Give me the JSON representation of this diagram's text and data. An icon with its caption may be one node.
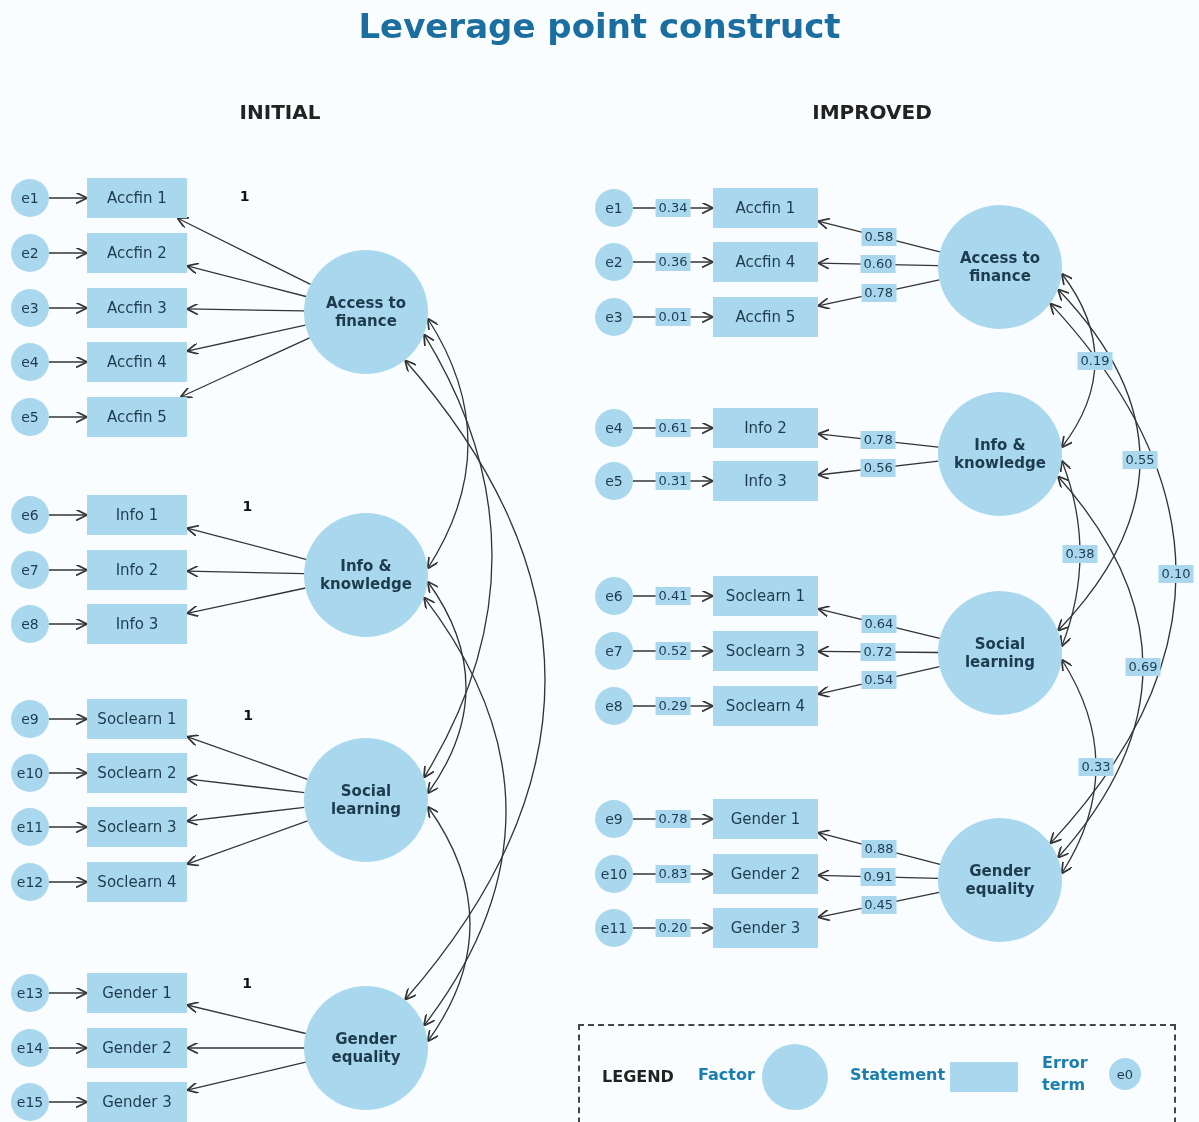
{
  "diagram": {
    "title": "Leverage point construct",
    "nodes": [
      {
        "text": [
          "e1"
        ]
      },
      {
        "text": [
          "e2"
        ]
      },
      {
        "text": [
          "e3"
        ]
      },
      {
        "text": [
          "e4"
        ]
      },
      {
        "text": [
          "e5"
        ]
      },
      {
        "text": [
          "e6"
        ]
      },
      {
        "text": [
          "e7"
        ]
      },
      {
        "text": [
          "e8"
        ]
      },
      {
        "text": [
          "e9"
        ]
      },
      {
        "text": [
          "e10"
        ]
      },
      {
        "text": [
          "e11"
        ]
      },
      {
        "text": [
          "e12"
        ]
      },
      {
        "text": [
          "e13"
        ]
      },
      {
        "text": [
          "e14"
        ]
      },
      {
        "text": [
          "e15"
        ]
      },
      {
        "text": [
          "Accfin 1"
        ]
      },
      {
        "text": [
          "Accfin 2"
        ]
      },
      {
        "text": [
          "Accfin 3"
        ]
      },
      {
        "text": [
          "Accfin 4"
        ]
      },
      {
        "text": [
          "Accfin 5"
        ]
      },
      {
        "text": [
          "Info 1"
        ]
      },
      {
        "text": [
          "Info 2"
        ]
      },
      {
        "text": [
          "Info 3"
        ]
      },
      {
        "text": [
          "Soclearn 1"
        ]
      },
      {
        "text": [
          "Soclearn 2"
        ]
      },
      {
        "text": [
          "Soclearn 3"
        ]
      },
      {
        "text": [
          "Soclearn 4"
        ]
      },
      {
        "text": [
          "Gender 1"
        ]
      },
      {
        "text": [
          "Gender 2"
        ]
      },
      {
        "text": [
          "Gender 3"
        ]
      },
      {
        "text": [
          "Access to finance"
        ]
      },
      {
        "text": [
          "Info & knowledge"
        ]
      },
      {
        "text": [
          "Social learning"
        ]
      },
      {
        "text": [
          "Gender equality"
        ]
      },
      {
        "text": [
          "e1"
        ]
      },
      {
        "text": [
          "e2"
        ]
      },
      {
        "text": [
          "e3"
        ]
      },
      {
        "text": [
          "e4"
        ]
      },
      {
        "text": [
          "e5"
        ]
      },
      {
        "text": [
          "e6"
        ]
      },
      {
        "text": [
          "e7"
        ]
      },
      {
        "text": [
          "e8"
        ]
      },
      {
        "text": [
          "e9"
        ]
      },
      {
        "text": [
          "e10"
        ]
      },
      {
        "text": [
          "e11"
        ]
      },
      {
        "text": [
          "Accfin 1"
        ]
      },
      {
        "text": [
          "Accfin 4"
        ]
      },
      {
        "text": [
          "Accfin 5"
        ]
      },
      {
        "text": [
          "Info 2"
        ]
      },
      {
        "text": [
          "Info 3"
        ]
      },
      {
        "text": [
          "Soclearn 1"
        ]
      },
      {
        "text": [
          "Soclearn 3"
        ]
      },
      {
        "text": [
          "Soclearn 4"
        ]
      },
      {
        "text": [
          "Gender 1"
        ]
      },
      {
        "text": [
          "Gender 2"
        ]
      },
      {
        "text": [
          "Gender 3"
        ]
      },
      {
        "text": [
          "Access to finance"
        ]
      },
      {
        "text": [
          "Info & knowledge"
        ]
      },
      {
        "text": [
          "Social learning"
        ]
      },
      {
        "text": [
          "Gender equality"
        ]
      }
    ],
    "edges": [
      {
        "from": 0,
        "to": 15,
        "arrow": "to"
      },
      {
        "from": 1,
        "to": 16,
        "arrow": "to"
      },
      {
        "from": 2,
        "to": 17,
        "arrow": "to"
      },
      {
        "from": 3,
        "to": 18,
        "arrow": "to"
      },
      {
        "from": 4,
        "to": 19,
        "arrow": "to"
      },
      {
        "from": 5,
        "to": 20,
        "arrow": "to"
      },
      {
        "from": 6,
        "to": 21,
        "arrow": "to"
      },
      {
        "from": 7,
        "to": 22,
        "arrow": "to"
      },
      {
        "from": 8,
        "to": 23,
        "arrow": "to"
      },
      {
        "from": 9,
        "to": 24,
        "arrow": "to"
      },
      {
        "from": 10,
        "to": 25,
        "arrow": "to"
      },
      {
        "from": 11,
        "to": 26,
        "arrow": "to"
      },
      {
        "from": 12,
        "to": 27,
        "arrow": "to"
      },
      {
        "from": 13,
        "to": 28,
        "arrow": "to"
      },
      {
        "from": 14,
        "to": 29,
        "arrow": "to"
      },
      {
        "from": 30,
        "to": 15,
        "arrow": "to",
        "label": "1"
      },
      {
        "from": 30,
        "to": 16,
        "arrow": "to"
      },
      {
        "from": 30,
        "to": 17,
        "arrow": "to"
      },
      {
        "from": 30,
        "to": 18,
        "arrow": "to"
      },
      {
        "from": 30,
        "to": 19,
        "arrow": "to"
      },
      {
        "from": 31,
        "to": 20,
        "arrow": "to",
        "label": "1"
      },
      {
        "from": 31,
        "to": 21,
        "arrow": "to"
      },
      {
        "from": 31,
        "to": 22,
        "arrow": "to"
      },
      {
        "from": 32,
        "to": 23,
        "arrow": "to",
        "label": "1"
      },
      {
        "from": 32,
        "to": 24,
        "arrow": "to"
      },
      {
        "from": 32,
        "to": 25,
        "arrow": "to"
      },
      {
        "from": 32,
        "to": 26,
        "arrow": "to"
      },
      {
        "from": 33,
        "to": 27,
        "arrow": "to",
        "label": "1"
      },
      {
        "from": 33,
        "to": 28,
        "arrow": "to"
      },
      {
        "from": 33,
        "to": 29,
        "arrow": "to"
      },
      {
        "from": 30,
        "to": 31,
        "arrow": "both"
      },
      {
        "from": 30,
        "to": 32,
        "arrow": "both"
      },
      {
        "from": 30,
        "to": 33,
        "arrow": "both"
      },
      {
        "from": 31,
        "to": 32,
        "arrow": "both"
      },
      {
        "from": 31,
        "to": 33,
        "arrow": "both"
      },
      {
        "from": 32,
        "to": 33,
        "arrow": "both"
      },
      {
        "from": 34,
        "to": 45,
        "arrow": "to",
        "label": "0.34"
      },
      {
        "from": 35,
        "to": 46,
        "arrow": "to",
        "label": "0.36"
      },
      {
        "from": 36,
        "to": 47,
        "arrow": "to",
        "label": "0.01"
      },
      {
        "from": 37,
        "to": 48,
        "arrow": "to",
        "label": "0.61"
      },
      {
        "from": 38,
        "to": 49,
        "arrow": "to",
        "label": "0.31"
      },
      {
        "from": 39,
        "to": 50,
        "arrow": "to",
        "label": "0.41"
      },
      {
        "from": 40,
        "to": 51,
        "arrow": "to",
        "label": "0.52"
      },
      {
        "from": 41,
        "to": 52,
        "arrow": "to",
        "label": "0.29"
      },
      {
        "from": 42,
        "to": 53,
        "arrow": "to",
        "label": "0.78"
      },
      {
        "from": 43,
        "to": 54,
        "arrow": "to",
        "label": "0.83"
      },
      {
        "from": 44,
        "to": 55,
        "arrow": "to",
        "label": "0.20"
      },
      {
        "from": 56,
        "to": 45,
        "arrow": "to",
        "label": "0.58"
      },
      {
        "from": 56,
        "to": 46,
        "arrow": "to",
        "label": "0.60"
      },
      {
        "from": 56,
        "to": 47,
        "arrow": "to",
        "label": "0.78"
      },
      {
        "from": 57,
        "to": 48,
        "arrow": "to",
        "label": "0.78"
      },
      {
        "from": 57,
        "to": 49,
        "arrow": "to",
        "label": "0.56"
      },
      {
        "from": 58,
        "to": 50,
        "arrow": "to",
        "label": "0.64"
      },
      {
        "from": 58,
        "to": 51,
        "arrow": "to",
        "label": "0.72"
      },
      {
        "from": 58,
        "to": 52,
        "arrow": "to",
        "label": "0.54"
      },
      {
        "from": 59,
        "to": 53,
        "arrow": "to",
        "label": "0.88"
      },
      {
        "from": 59,
        "to": 54,
        "arrow": "to",
        "label": "0.91"
      },
      {
        "from": 59,
        "to": 55,
        "arrow": "to",
        "label": "0.45"
      },
      {
        "from": 56,
        "to": 57,
        "arrow": "both",
        "label": "0.19"
      },
      {
        "from": 56,
        "to": 58,
        "arrow": "both",
        "label": "0.55"
      },
      {
        "from": 56,
        "to": 59,
        "arrow": "both",
        "label": "0.10"
      },
      {
        "from": 57,
        "to": 58,
        "arrow": "both",
        "label": "0.38"
      },
      {
        "from": 57,
        "to": 59,
        "arrow": "both",
        "label": "0.69"
      },
      {
        "from": 58,
        "to": 59,
        "arrow": "both",
        "label": "0.33"
      }
    ],
    "labels": [
      "INITIAL",
      "IMPROVED",
      "LEGEND",
      "e0"
    ],
    "legend": [
      {
        "text": "Factor"
      },
      {
        "text": "Statement"
      },
      {
        "text": "Error term"
      }
    ]
  }
}
